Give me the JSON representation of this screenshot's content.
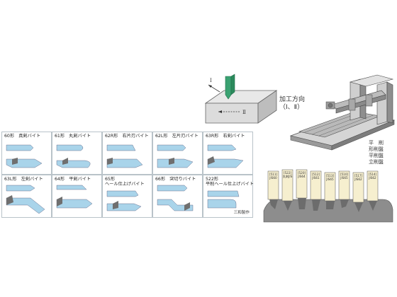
{
  "machining_direction": {
    "label_line1": "加工方向",
    "label_line2": "（Ⅰ、Ⅱ）",
    "arrow1": "Ⅰ",
    "arrow2": "Ⅱ"
  },
  "machine_types": [
    "平　削",
    "形削盤",
    "平削盤",
    "立削盤"
  ],
  "tools": [
    {
      "label": "60形　真剣バイト"
    },
    {
      "label": "61形　丸剣バイト"
    },
    {
      "label": "62R形　右片刃バイト"
    },
    {
      "label": "62L形　左片刃バイト"
    },
    {
      "label": "63R形　右剣バイト"
    },
    {
      "label": "63L形　左剣バイト"
    },
    {
      "label": "64形　平剣バイト"
    },
    {
      "label": "65形",
      "label2": "ヘール仕上げバイト"
    },
    {
      "label": "66形　突切りバイト"
    },
    {
      "label": "522形",
      "label2": "平削ヘール仕上げバイト"
    }
  ],
  "maker_credit": "三和製作",
  "tool_tags": [
    {
      "a": "[511]",
      "b": "JIS60"
    },
    {
      "a": "[522]",
      "b": "丸剣JIS"
    },
    {
      "a": "[520]",
      "b": "JIS64"
    },
    {
      "a": "[512]",
      "b": "JIS61"
    },
    {
      "a": "[513]",
      "b": "JIS65"
    },
    {
      "a": "[510]",
      "b": "JIS65"
    },
    {
      "a": "[517]",
      "b": "JIS62"
    },
    {
      "a": "[514]",
      "b": "JIS62"
    }
  ],
  "colors": {
    "tool_blue": "#a9d4ea",
    "green_tool": "#3aa272",
    "gray": "#c8c8c8",
    "dark": "#666666"
  }
}
